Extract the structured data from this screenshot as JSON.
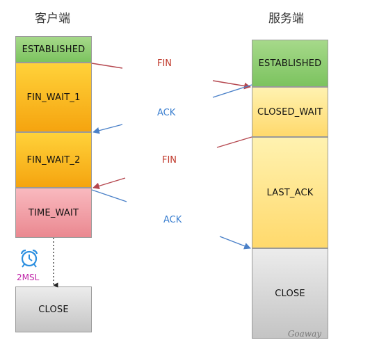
{
  "headings": {
    "client": "客户端",
    "server": "服务端"
  },
  "client_states": [
    "ESTABLISHED",
    "FIN_WAIT_1",
    "FIN_WAIT_2",
    "TIME_WAIT",
    "CLOSE"
  ],
  "server_states": [
    "ESTABLISHED",
    "CLOSED_WAIT",
    "LAST_ACK",
    "CLOSE"
  ],
  "messages": {
    "fin1": "FIN",
    "ack1": "ACK",
    "fin2": "FIN",
    "ack2": "ACK"
  },
  "timer": {
    "label": "2MSL",
    "icon": "alarm-clock-icon"
  },
  "watermark": "Goaway",
  "colors": {
    "fin_arrow": "#b5474f",
    "ack_arrow": "#4a80c8",
    "timer_icon": "#2b8fe0",
    "timer_label": "#c026a8"
  }
}
